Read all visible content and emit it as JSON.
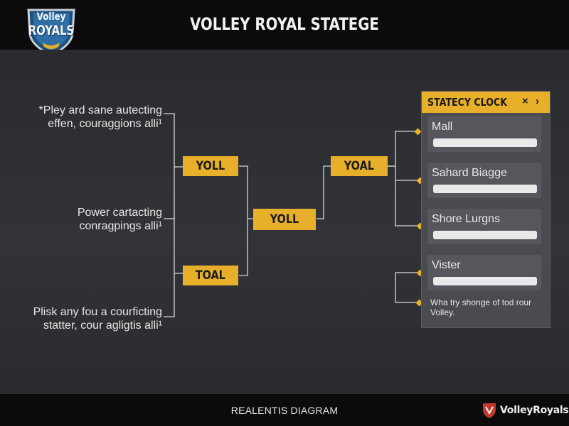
{
  "header": {
    "title": "VOLLEY ROYAL STATEGE",
    "logo_text_top": "Volley",
    "logo_text_main": "ROYALS"
  },
  "notes": [
    {
      "line1": "*Pley ard sane autecting",
      "line2": "effen, couraggions alli¹"
    },
    {
      "line1": "Power cartacting",
      "line2": "conragpings alli¹"
    },
    {
      "line1": "Plisk any fou a courficting",
      "line2": "statter, cour agligtis alli¹"
    }
  ],
  "nodes": {
    "round1_top": "YOLL",
    "round1_bottom": "TOAL",
    "round2": "YOLL",
    "round3": "YOAL"
  },
  "panel": {
    "title": "STATECY CLOCK",
    "close_icon": "×",
    "next_icon": "›",
    "items": [
      {
        "label": "Mall"
      },
      {
        "label": "Sahard Biagge"
      },
      {
        "label": "Shore Lurgns"
      },
      {
        "label": "Vister"
      }
    ],
    "footer_text": "Wha try shonge of tod rour Volley."
  },
  "footer": {
    "caption": "REALENTIS DIAGRAM",
    "brand": "VolleyRoyals"
  },
  "colors": {
    "accent": "#e8b02a",
    "background": "#2b2c30",
    "bar": "#0b0b0c",
    "line": "#d7d7d7"
  }
}
